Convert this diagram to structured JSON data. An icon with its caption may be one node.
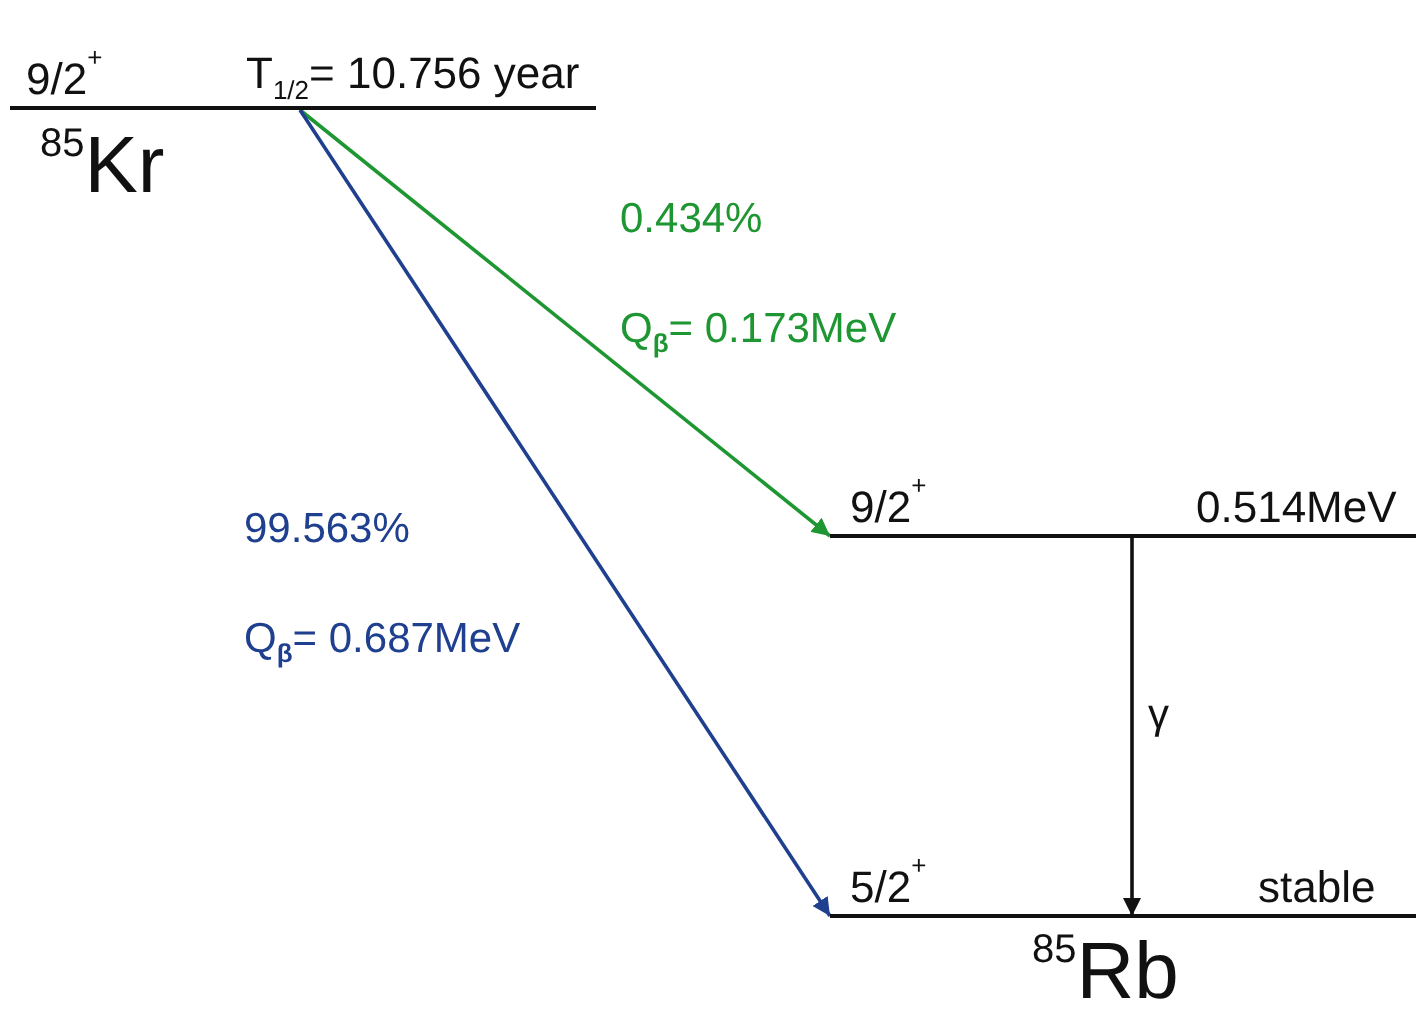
{
  "diagram": {
    "nodes": [
      {
        "text": [
          "9/2$^{+}$",
          "T$_{1/2}$= 10.756 year"
        ],
        "beside": [
          "$^{85}$Kr"
        ]
      },
      {
        "text": [
          "9/2$^{+}$",
          "0.514MeV"
        ]
      },
      {
        "text": [
          "5/2$^{+}$",
          "stable"
        ],
        "beside": [
          "$^{85}$Rb"
        ]
      }
    ],
    "edges": [
      {
        "from": 0,
        "to": 1,
        "arrow": "to",
        "label": "0.434% Q$_{β}$= 0.173MeV",
        "color": "#1e9632"
      },
      {
        "from": 0,
        "to": 2,
        "arrow": "to",
        "label": "99.563% Q$_{β}$= 0.687MeV",
        "color": "#1f3f8f"
      },
      {
        "from": 1,
        "to": 2,
        "arrow": "to",
        "label": "γ",
        "color": "#111111"
      }
    ]
  }
}
